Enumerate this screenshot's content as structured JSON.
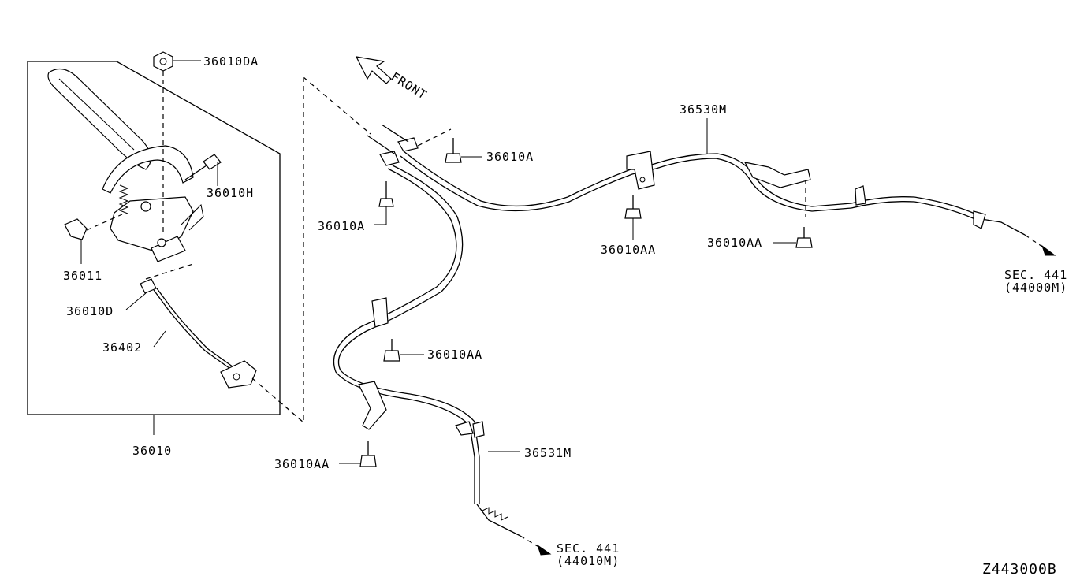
{
  "diagram": {
    "front_label": "FRONT",
    "catalog_code": "Z443000B",
    "callouts": {
      "p36010DA": "36010DA",
      "p36010H": "36010H",
      "p36011": "36011",
      "p36010D": "36010D",
      "p36402": "36402",
      "p36010": "36010",
      "p36010A_left": "36010A",
      "p36010A_top": "36010A",
      "p36530M": "36530M",
      "p36010AA_mid": "36010AA",
      "p36010AA_right": "36010AA",
      "p36010AA_center": "36010AA",
      "p36010AA_bottom": "36010AA",
      "p36531M": "36531M"
    },
    "sec_refs": {
      "right_line1": "SEC. 441",
      "right_line2": "(44000M)",
      "bottom_line1": "SEC. 441",
      "bottom_line2": "(44010M)"
    }
  }
}
